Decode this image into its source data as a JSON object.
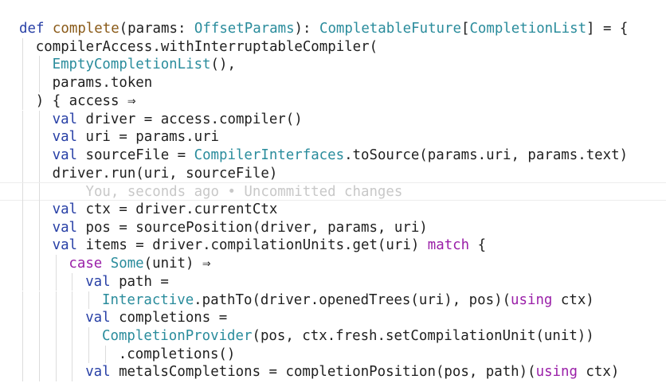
{
  "editor": {
    "lines": [
      {
        "indent": 0,
        "tokens": [
          {
            "t": "def",
            "c": "kw"
          },
          {
            "t": " ",
            "c": "pl"
          },
          {
            "t": "complete",
            "c": "fn"
          },
          {
            "t": "(params: ",
            "c": "pl"
          },
          {
            "t": "OffsetParams",
            "c": "ty"
          },
          {
            "t": "): ",
            "c": "pl"
          },
          {
            "t": "CompletableFuture",
            "c": "ty"
          },
          {
            "t": "[",
            "c": "pl"
          },
          {
            "t": "CompletionList",
            "c": "ty"
          },
          {
            "t": "] = {",
            "c": "pl"
          }
        ]
      },
      {
        "indent": 1,
        "tokens": [
          {
            "t": "compilerAccess.withInterruptableCompiler(",
            "c": "pl"
          }
        ]
      },
      {
        "indent": 2,
        "tokens": [
          {
            "t": "EmptyCompletionList",
            "c": "ty"
          },
          {
            "t": "(),",
            "c": "pl"
          }
        ]
      },
      {
        "indent": 2,
        "tokens": [
          {
            "t": "params.token",
            "c": "pl"
          }
        ]
      },
      {
        "indent": 1,
        "tokens": [
          {
            "t": ") { access ⇒",
            "c": "pl"
          }
        ]
      },
      {
        "indent": 2,
        "tokens": [
          {
            "t": "val",
            "c": "kw"
          },
          {
            "t": " driver = access.compiler()",
            "c": "pl"
          }
        ]
      },
      {
        "indent": 2,
        "tokens": [
          {
            "t": "val",
            "c": "kw"
          },
          {
            "t": " uri = params.uri",
            "c": "pl"
          }
        ]
      },
      {
        "indent": 2,
        "tokens": [
          {
            "t": "val",
            "c": "kw"
          },
          {
            "t": " sourceFile = ",
            "c": "pl"
          },
          {
            "t": "CompilerInterfaces",
            "c": "ty"
          },
          {
            "t": ".toSource(params.uri, params.text)",
            "c": "pl"
          }
        ]
      },
      {
        "indent": 2,
        "tokens": [
          {
            "t": "driver.run(uri, sourceFile)",
            "c": "pl"
          }
        ]
      },
      {
        "indent": 2,
        "current": true,
        "tokens": [
          {
            "t": "    You, seconds ago • Uncommitted changes",
            "c": "blame"
          }
        ]
      },
      {
        "indent": 2,
        "tokens": [
          {
            "t": "val",
            "c": "kw"
          },
          {
            "t": " ctx = driver.currentCtx",
            "c": "pl"
          }
        ]
      },
      {
        "indent": 2,
        "tokens": [
          {
            "t": "val",
            "c": "kw"
          },
          {
            "t": " pos = sourcePosition(driver, params, uri)",
            "c": "pl"
          }
        ]
      },
      {
        "indent": 2,
        "tokens": [
          {
            "t": "val",
            "c": "kw"
          },
          {
            "t": " items = driver.compilationUnits.get(uri) ",
            "c": "pl"
          },
          {
            "t": "match",
            "c": "ctl"
          },
          {
            "t": " {",
            "c": "pl"
          }
        ]
      },
      {
        "indent": 3,
        "tokens": [
          {
            "t": "case",
            "c": "ctl"
          },
          {
            "t": " ",
            "c": "pl"
          },
          {
            "t": "Some",
            "c": "ty"
          },
          {
            "t": "(unit) ⇒",
            "c": "pl"
          }
        ]
      },
      {
        "indent": 4,
        "tokens": [
          {
            "t": "val",
            "c": "kw"
          },
          {
            "t": " path =",
            "c": "pl"
          }
        ]
      },
      {
        "indent": 5,
        "tokens": [
          {
            "t": "Interactive",
            "c": "ty"
          },
          {
            "t": ".pathTo(driver.openedTrees(uri), pos)(",
            "c": "pl"
          },
          {
            "t": "using",
            "c": "ctl"
          },
          {
            "t": " ctx)",
            "c": "pl"
          }
        ]
      },
      {
        "indent": 4,
        "tokens": [
          {
            "t": "val",
            "c": "kw"
          },
          {
            "t": " completions =",
            "c": "pl"
          }
        ]
      },
      {
        "indent": 5,
        "tokens": [
          {
            "t": "CompletionProvider",
            "c": "ty"
          },
          {
            "t": "(pos, ctx.fresh.setCompilationUnit(unit))",
            "c": "pl"
          }
        ]
      },
      {
        "indent": 6,
        "tokens": [
          {
            "t": ".completions()",
            "c": "pl"
          }
        ]
      },
      {
        "indent": 4,
        "tokens": [
          {
            "t": "val",
            "c": "kw"
          },
          {
            "t": " metalsCompletions = completionPosition(pos, path)(",
            "c": "pl"
          },
          {
            "t": "using",
            "c": "ctl"
          },
          {
            "t": " ctx)",
            "c": "pl"
          }
        ]
      }
    ]
  }
}
